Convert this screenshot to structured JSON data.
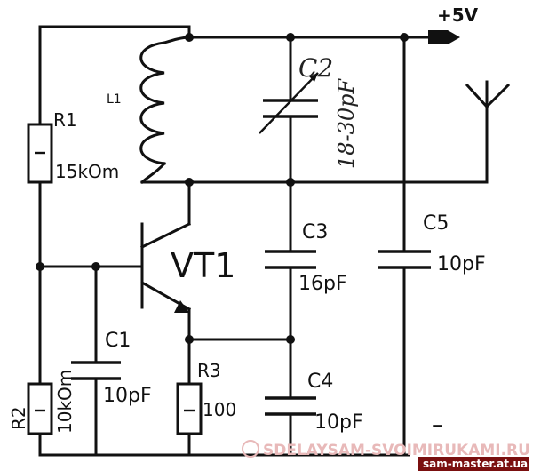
{
  "labels": {
    "supply": "+5V",
    "l1": "L1",
    "r1": "R1",
    "r1_value": "15kOm",
    "c2": "C2",
    "c2_value": "18-30pF",
    "c3": "C3",
    "c3_value": "16pF",
    "c5": "C5",
    "c5_value": "10pF",
    "vt1": "VT1",
    "c1": "C1",
    "c1_value": "10pF",
    "r2": "R2",
    "r2_value": "10kOm",
    "r3": "R3",
    "r3_value": "100",
    "c4": "C4",
    "c4_value": "10pF",
    "minus": "–"
  },
  "watermark": {
    "text": "SDELAYSAM-SVOIMIRUKAMI.RU",
    "tag": "sam-master.at.ua"
  }
}
